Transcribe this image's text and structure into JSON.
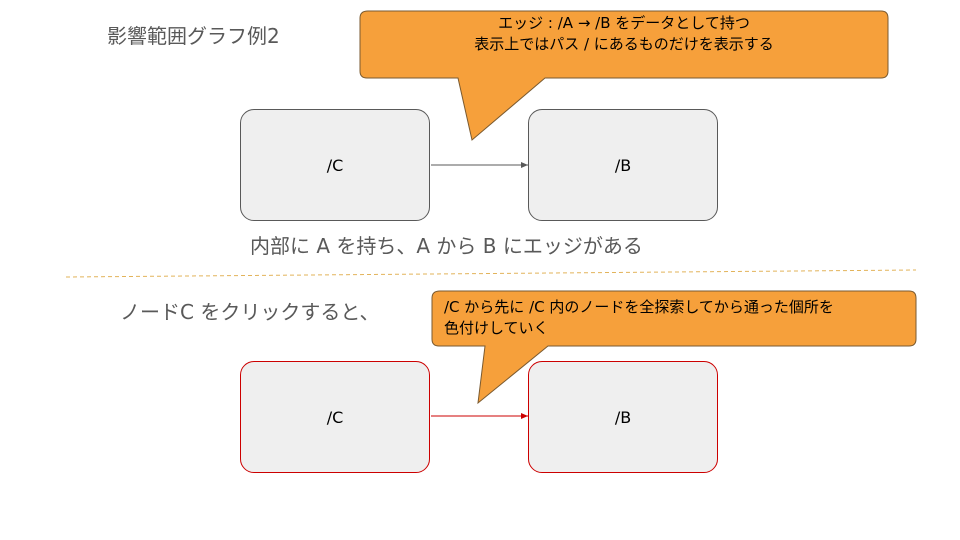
{
  "title": "影響範囲グラフ例2",
  "colors": {
    "callout_fill": "#f6a03b",
    "callout_stroke": "#7a5a30",
    "node_fill": "#efefef",
    "node_border": "#595959",
    "highlight": "#cc0000",
    "divider": "#e2b35a",
    "caption_text": "#595959"
  },
  "top_example": {
    "node_source": "/C",
    "node_target": "/B",
    "caption": "内部に A を持ち、A から B にエッジがある",
    "callout": {
      "line1": "エッジ : /A → /B をデータとして持つ",
      "line2": "表示上ではパス / にあるものだけを表示する"
    }
  },
  "bottom_example": {
    "lead_text": "ノードC をクリックすると、",
    "node_source": "/C",
    "node_target": "/B",
    "callout": {
      "line1": "/C から先に /C 内のノードを全探索してから通った個所を",
      "line2": "色付けしていく"
    }
  }
}
